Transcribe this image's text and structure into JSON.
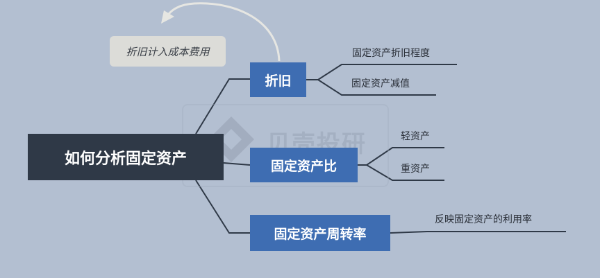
{
  "root": {
    "label": "如何分析固定资产"
  },
  "branches": [
    {
      "label": "折旧",
      "leaves": [
        "固定资产折旧程度",
        "固定资产减值"
      ]
    },
    {
      "label": "固定资产比",
      "leaves": [
        "轻资产",
        "重资产"
      ]
    },
    {
      "label": "固定资产周转率",
      "leaves": [
        "反映固定资产的利用率"
      ]
    }
  ],
  "callout": {
    "label": "折旧计入成本费用"
  },
  "watermark": {
    "text": "贝壳投研"
  },
  "colors": {
    "background": "#b3bfd1",
    "root": "#2f3947",
    "branch": "#3e6db2",
    "callout": "#dcdcd8",
    "line": "#2f3947"
  }
}
